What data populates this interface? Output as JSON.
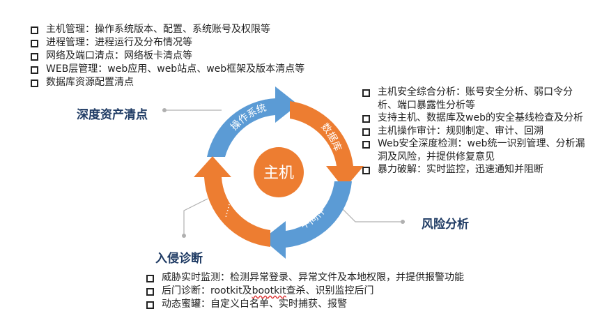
{
  "top_list": [
    "主机管理：操作系统版本、配置、系统账号及权限等",
    "进程管理：进程运行及分布情况等",
    "网络及端口清点：网络板卡清点等",
    "WEB层管理：web应用、web站点、web框架及版本清点等",
    "数据库资源配置清点"
  ],
  "right_list": [
    "主机安全综合分析：账号安全分析、弱口令分析、端口暴露性分析等",
    "支持主机、数据库及web的安全基线检查及分析",
    "主机操作审计：规则制定、审计、回溯",
    "Web安全深度检测：web统一识别管理、分析漏洞及风险，并提供修复意见",
    "暴力破解：实时监控，迅速通知并阻断"
  ],
  "bottom_list": [
    "威胁实时监测：检测异常登录、异常文件及本地权限，并提供报警功能",
    "后门诊断：rootkit及bootkit查杀、识别监控后门",
    "动态蜜罐：自定义白名单、实时捕获、报警"
  ],
  "bottom_list_item2": {
    "prefix": "后门诊断：rootkit及",
    "underlined": "bootkit",
    "suffix": "查杀、识别监控后门"
  },
  "categories": {
    "asset": "深度资产清点",
    "risk": "风险分析",
    "intrusion": "入侵诊断"
  },
  "cycle": {
    "center": "主机",
    "segments": [
      "操作系统",
      "数据库",
      "中间件",
      "……"
    ]
  },
  "colors": {
    "blue": "#5b9bd5",
    "orange": "#ed7d31",
    "center_orange": "#ed7d31",
    "category_text": "#1f3b64",
    "connector": "#b0b0b0"
  }
}
